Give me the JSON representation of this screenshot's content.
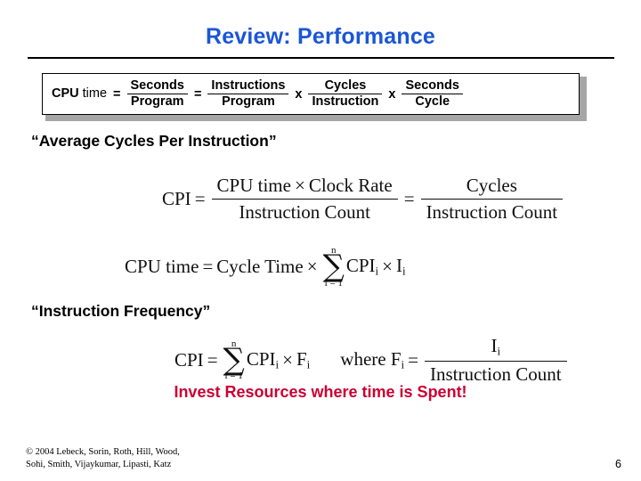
{
  "slide": {
    "title": "Review: Performance",
    "title_color": "#1a56d6",
    "page_number": "6"
  },
  "equation_box": {
    "lhs_bold": "CPU",
    "lhs_light": " time",
    "eq1": "=",
    "frac1": {
      "numerator": "Seconds",
      "denominator": "Program"
    },
    "eq2": "=",
    "frac2": {
      "numerator": "Instructions",
      "denominator": "Program"
    },
    "mul1": "x",
    "frac3": {
      "numerator": "Cycles",
      "denominator": "Instruction"
    },
    "mul2": "x",
    "frac4": {
      "numerator": "Seconds",
      "denominator": "Cycle"
    }
  },
  "headings": {
    "average_cpi": "“Average Cycles Per Instruction”",
    "instruction_frequency": "“Instruction Frequency”"
  },
  "equations": {
    "cpi_clock_rate": {
      "lhs": "CPI",
      "equals_1": "=",
      "frac_left": {
        "numerator_a": "CPU time",
        "times": "×",
        "numerator_b": "Clock Rate",
        "denominator": "Instruction Count"
      },
      "equals_2": "=",
      "frac_right": {
        "numerator": "Cycles",
        "denominator": "Instruction Count"
      }
    },
    "cputime_sum": {
      "lhs": "CPU time",
      "equals": "=",
      "cycle_time": "Cycle Time",
      "times_1": "×",
      "sum_upper": "n",
      "sum_symbol": "∑",
      "sum_lower": "i = 1",
      "term_a": "CPI",
      "term_a_sub": "i",
      "times_2": "×",
      "term_b": "I",
      "term_b_sub": "i"
    },
    "cpi_frequency": {
      "lhs": "CPI",
      "equals": "=",
      "sum_upper": "n",
      "sum_symbol": "∑",
      "sum_lower": "i = 1",
      "term_a": "CPI",
      "term_a_sub": "i",
      "times": "×",
      "term_b": "F",
      "term_b_sub": "i",
      "where": "where F",
      "where_sub": "i",
      "where_equals": "=",
      "frac_numerator": "I",
      "frac_numerator_sub": "i",
      "frac_denominator": "Instruction Count"
    }
  },
  "callout": {
    "text": "Invest Resources where time is Spent!",
    "color": "#cc0033"
  },
  "footer": {
    "line1": "© 2004 Lebeck, Sorin, Roth, Hill, Wood,",
    "line2": "Sohi, Smith, Vijaykumar, Lipasti, Katz"
  }
}
